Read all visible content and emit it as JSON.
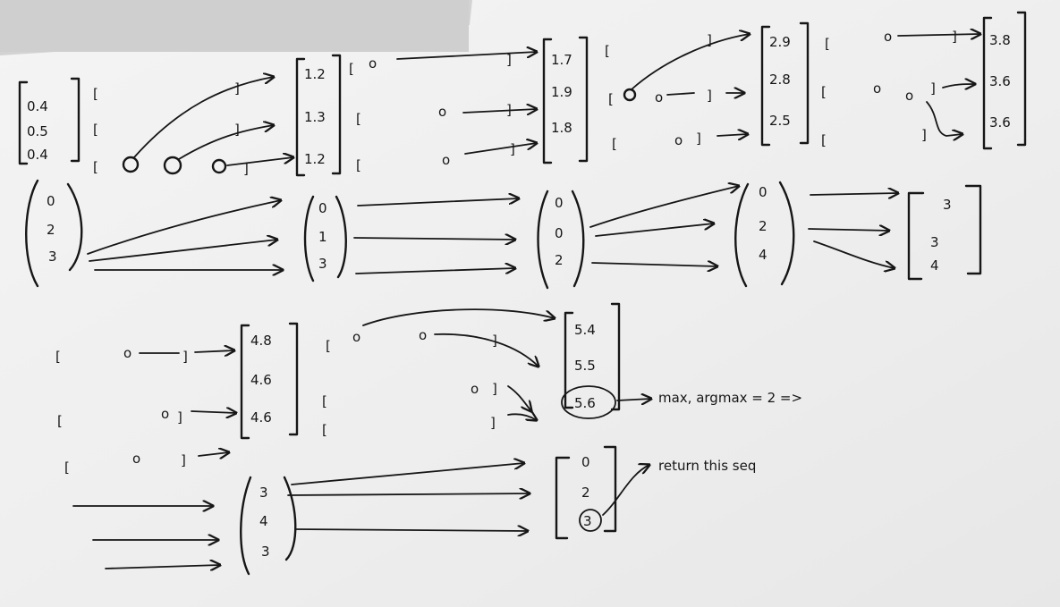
{
  "diagram": {
    "stage1": {
      "init_probs": [
        "0.4",
        "0.5",
        "0.4"
      ],
      "step1_probs": [
        "1.2",
        "1.3",
        "1.2"
      ],
      "step2_probs": [
        "1.7",
        "1.9",
        "1.8"
      ],
      "step3_probs": [
        "2.9",
        "2.8",
        "2.5"
      ],
      "step4_probs": [
        "3.8",
        "3.6",
        "3.6"
      ]
    },
    "stage1_backpointers": {
      "bp1": [
        "0",
        "2",
        "3"
      ],
      "bp2": [
        "0",
        "1",
        "3"
      ],
      "bp3": [
        "0",
        "0",
        "2"
      ],
      "bp4": [
        "0",
        "2",
        "4"
      ],
      "bp5": [
        "3",
        "3",
        "4"
      ]
    },
    "stage2": {
      "step5_probs": [
        "4.8",
        "4.6",
        "4.6"
      ],
      "step6_probs": [
        "5.4",
        "5.5",
        "5.6"
      ]
    },
    "stage2_backpointers": {
      "bp6": [
        "3",
        "4",
        "3"
      ],
      "final_seq": [
        "0",
        "2",
        "3"
      ]
    },
    "notes": {
      "max_note": "max, argmax = 2 =>",
      "return_note": "return this seq"
    },
    "small_labels": {
      "node": "o",
      "open_bracket": "[",
      "close_bracket": "]"
    }
  }
}
